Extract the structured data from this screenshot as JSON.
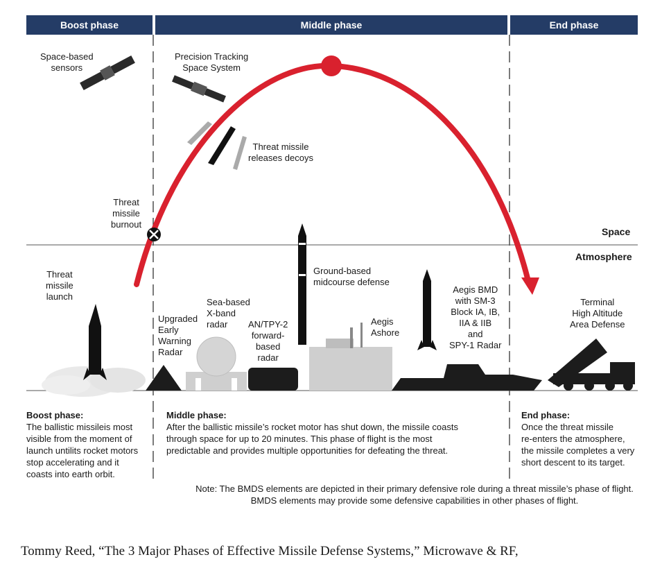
{
  "phases": {
    "boost": "Boost phase",
    "middle": "Middle phase",
    "end": "End phase"
  },
  "zones": {
    "space": "Space",
    "atmosphere": "Atmosphere"
  },
  "labels": {
    "space_sensors": [
      "Space-based",
      "sensors"
    ],
    "ptss": [
      "Precision Tracking",
      "Space System"
    ],
    "decoys": [
      "Threat missile",
      "releases decoys"
    ],
    "burnout": [
      "Threat",
      "missile",
      "burnout"
    ],
    "launch": [
      "Threat",
      "missile",
      "launch"
    ],
    "ewr": [
      "Upgraded",
      "Early",
      "Warning",
      "Radar"
    ],
    "sbx": [
      "Sea-based",
      "X-band",
      "radar"
    ],
    "tpy2": [
      "AN/TPY-2",
      "forward-",
      "based",
      "radar"
    ],
    "gmd": [
      "Ground-based",
      "midcourse defense"
    ],
    "ashore": [
      "Aegis",
      "Ashore"
    ],
    "aegis_bmd": [
      "Aegis BMD",
      "with SM-3",
      "Block IA, IB,",
      "IIA & IIB",
      "and",
      "SPY-1 Radar"
    ],
    "thaad": [
      "Terminal",
      "High Altitude",
      "Area Defense"
    ]
  },
  "descriptions": {
    "boost": {
      "title": "Boost phase:",
      "lines": [
        "The ballistic missileis most",
        "visible from the moment of",
        "launch untilits rocket motors",
        "stop accelerating and it",
        "coasts into earth orbit."
      ]
    },
    "middle": {
      "title": "Middle phase:",
      "lines": [
        "After the ballistic missile’s rocket motor has shut down, the missile coasts",
        "through space for up to 20 minutes. This phase of flight is the most",
        "predictable and provides multiple opportunities for defeating the threat."
      ]
    },
    "end": {
      "title": "End phase:",
      "lines": [
        "Once the threat missile",
        "re-enters the atmosphere,",
        "the missile completes a very",
        "short descent to its target."
      ]
    }
  },
  "note": [
    "Note: The BMDS elements are depicted in their primary defensive role during a threat missile’s phase of flight.",
    "BMDS elements may provide some defensive capabilities in other phases of flight."
  ],
  "caption": "Tommy Reed, “The 3 Major Phases of Effective Missile Defense Systems,” Microwave & RF,",
  "colors": {
    "header": "#243c66",
    "trajectory": "#d9212e",
    "equipment": "#1c1c1c",
    "facility": "#cfcfcf"
  },
  "icons": [
    "satellite-icon",
    "rocket-icon",
    "radar-dome-icon",
    "ship-icon",
    "launcher-truck-icon",
    "burnout-marker-icon"
  ]
}
